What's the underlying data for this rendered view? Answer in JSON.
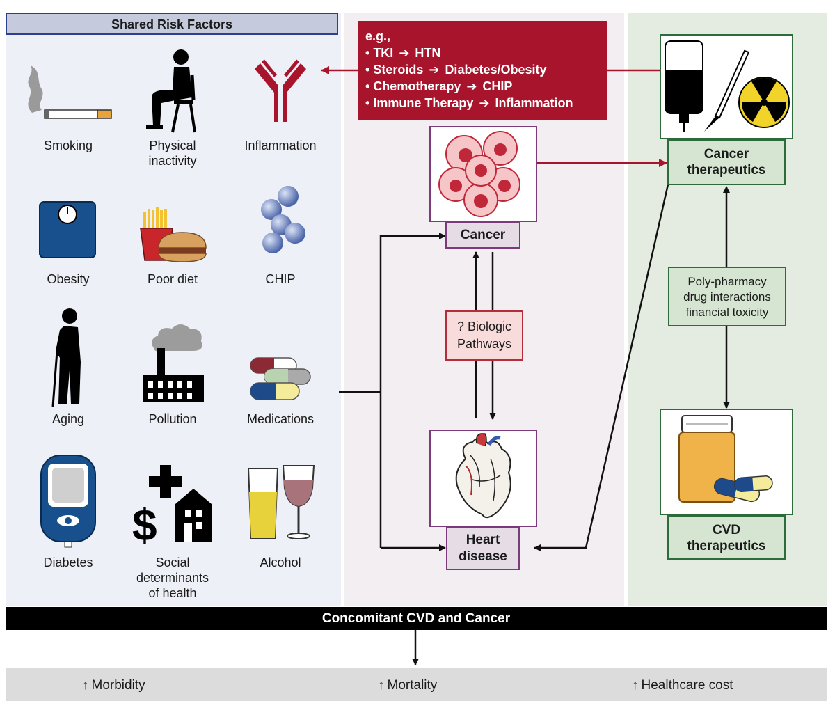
{
  "shared_risk": {
    "title": "Shared Risk Factors",
    "items": [
      {
        "label": "Smoking",
        "icon": "cigarette-icon"
      },
      {
        "label": "Physical\ninactivity",
        "icon": "sitting-person-icon"
      },
      {
        "label": "Inflammation",
        "icon": "antibody-icon"
      },
      {
        "label": "Obesity",
        "icon": "scale-icon"
      },
      {
        "label": "Poor diet",
        "icon": "fast-food-icon"
      },
      {
        "label": "CHIP",
        "icon": "cell-cluster-icon"
      },
      {
        "label": "Aging",
        "icon": "elderly-person-icon"
      },
      {
        "label": "Pollution",
        "icon": "factory-icon"
      },
      {
        "label": "Medications",
        "icon": "pills-icon"
      },
      {
        "label": "Diabetes",
        "icon": "glucometer-icon"
      },
      {
        "label": "Social\ndeterminants\nof health",
        "icon": "social-determinants-icon"
      },
      {
        "label": "Alcohol",
        "icon": "drinks-icon"
      }
    ]
  },
  "examples": {
    "heading": "e.g.,",
    "lines": [
      {
        "from": "TKI",
        "to": "HTN"
      },
      {
        "from": "Steroids",
        "to": "Diabetes/Obesity"
      },
      {
        "from": "Chemotherapy",
        "to": "CHIP"
      },
      {
        "from": "Immune Therapy",
        "to": "Inflammation"
      }
    ]
  },
  "center": {
    "cancer_label": "Cancer",
    "heart_label": "Heart\ndisease",
    "biologic_label": "? Biologic\nPathways"
  },
  "right": {
    "cancer_therapeutics": "Cancer\ntherapeutics",
    "poly_pharmacy": "Poly-pharmacy\ndrug interactions\nfinancial toxicity",
    "cvd_therapeutics": "CVD\ntherapeutics"
  },
  "footer": {
    "banner": "Concomitant CVD and Cancer",
    "outcomes": [
      "Morbidity",
      "Mortality",
      "Healthcare cost"
    ]
  },
  "colors": {
    "accent_red": "#a8142c",
    "cancer_border": "#7b3b7a",
    "therapeutics_border": "#2e6b3a",
    "header_border": "#2c3f8f"
  }
}
